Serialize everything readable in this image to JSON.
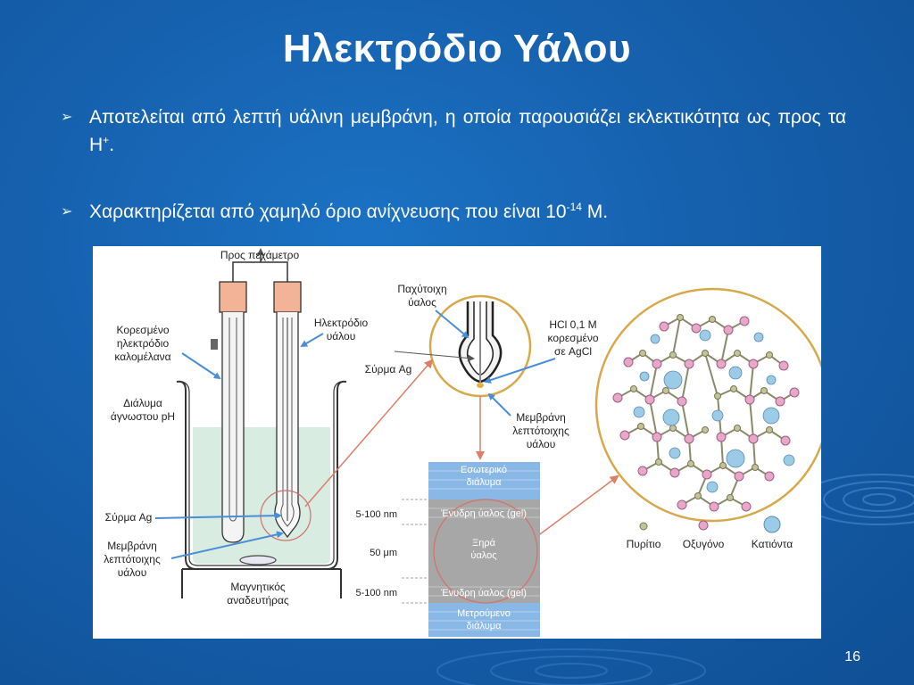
{
  "slide": {
    "title": "Ηλεκτρόδιο Υάλου",
    "page_number": "16",
    "bullets": [
      {
        "marker": "➢",
        "text": "Αποτελείται από λεπτή υάλινη μεμβράνη, η οποία παρουσιάζει εκλεκτικότητα ως προς τα Η",
        "sup": "+",
        "after": "."
      },
      {
        "marker": "➢",
        "text": "Χαρακτηρίζεται από χαμηλό όριο ανίχνευσης που είναι 10",
        "sup": "-14",
        "after": " Μ."
      }
    ]
  },
  "figure": {
    "labels": {
      "to_ph_meter": "Προς πεχάμετρο",
      "calomel_1": "Κορεσμένο",
      "calomel_2": "ηλεκτρόδιο",
      "calomel_3": "καλομέλανα",
      "glass_electrode_1": "Ηλεκτρόδιο",
      "glass_electrode_2": "υάλου",
      "unknown_ph_1": "Διάλυμα",
      "unknown_ph_2": "άγνωστου pH",
      "ag_wire_left": "Σύρμα Ag",
      "membrane_left_1": "Μεμβράνη",
      "membrane_left_2": "λεπτότοιχης",
      "membrane_left_3": "υάλου",
      "stirrer_1": "Μαγνητικός",
      "stirrer_2": "αναδευτήρας",
      "thick_glass_1": "Παχύτοιχη",
      "thick_glass_2": "ύαλος",
      "hcl_1": "HCl 0,1 M",
      "hcl_2": "κορεσμένο",
      "hcl_3": "σε AgCl",
      "ag_wire_zoom": "Σύρμα Ag",
      "membrane_zoom_1": "Μεμβράνη",
      "membrane_zoom_2": "λεπτότοιχης",
      "membrane_zoom_3": "υάλου"
    },
    "layers": {
      "inner_solution_1": "Εσωτερικό",
      "inner_solution_2": "διάλυμα",
      "hydrated_top": "Ένυδρη ύαλος (gel)",
      "dry_glass_1": "Ξηρά",
      "dry_glass_2": "ύαλος",
      "hydrated_bottom": "Ένυδρη ύαλος (gel)",
      "measured_1": "Μετρούμενο",
      "measured_2": "διάλυμα",
      "thickness_top": "5-100 nm",
      "thickness_mid": "50 μm",
      "thickness_bottom": "5-100 nm"
    },
    "legend": {
      "silicon": "Πυρίτιο",
      "oxygen": "Οξυγόνο",
      "cations": "Κατιόντα"
    },
    "colors": {
      "background": "#1660ad",
      "solution": "#d8ece1",
      "connector": "#dd7f66",
      "label_arrow": "#4a8ed8",
      "layer_blue": "#89b8e6",
      "layer_gray": "#a7a7a7",
      "silicon": "#c4c29a",
      "oxygen": "#e8a6c8",
      "cation": "#9ccbe8"
    }
  }
}
